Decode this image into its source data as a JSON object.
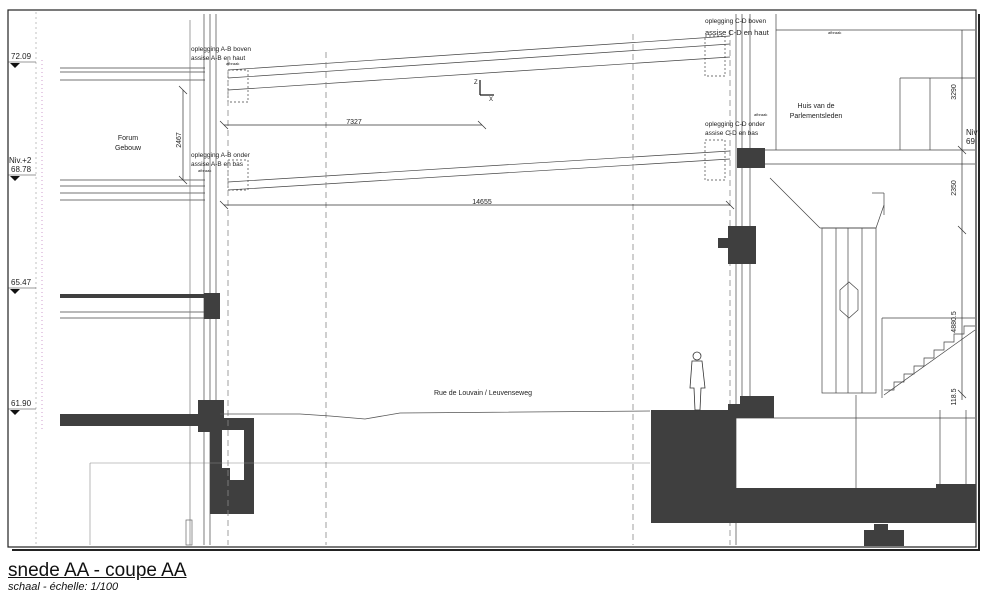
{
  "drawing": {
    "title": "snede AA - coupe AA",
    "scale": "schaal - échelle: 1/100"
  },
  "levels": {
    "l1": "72.09",
    "l2a": "Niv.+2",
    "l2b": "68.78",
    "l3": "65.47",
    "l4": "61.90",
    "right_a": "Niv",
    "right_b": "69"
  },
  "labels": {
    "forum": [
      "Forum",
      "Gebouw"
    ],
    "huis": [
      "Huis van de",
      "Parlementsleden"
    ],
    "street": "Rue de Louvain / Leuvenseweg",
    "ab_top": [
      "oplegging A-B boven",
      "assise A-B en haut"
    ],
    "ab_bottom": [
      "oplegging A-B onder",
      "assise A-B en bas"
    ],
    "cd_top": [
      "oplegging C-D boven",
      "assise C-D en haut"
    ],
    "cd_bottom": [
      "oplegging C-D onder",
      "assise C-D en bas"
    ],
    "afbraak": "afbraak",
    "axis_z": "Z",
    "axis_x": "X"
  },
  "dimensions": {
    "d7327": "7327",
    "d14655": "14655",
    "d2467": "2467",
    "d3290": "3290",
    "d2350": "2350",
    "d4880": "4880.5",
    "d118": "118.5"
  }
}
